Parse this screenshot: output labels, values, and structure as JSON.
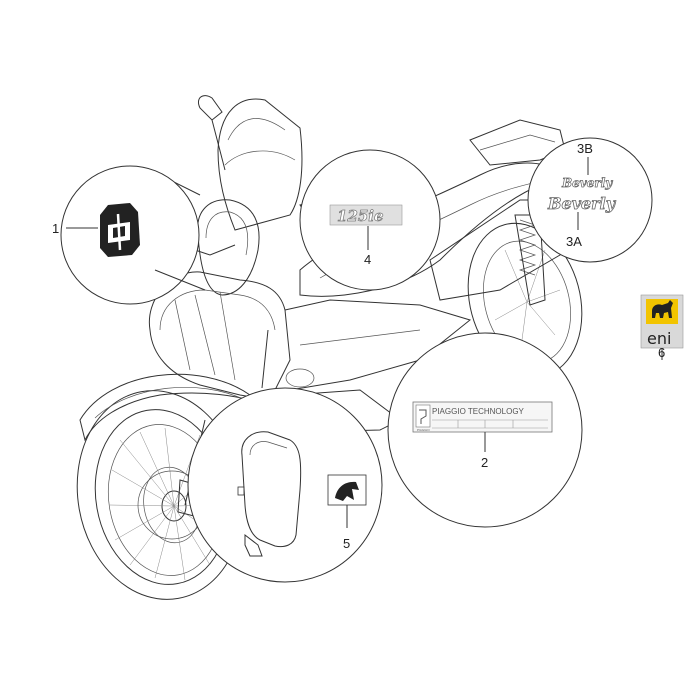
{
  "callouts": {
    "c1": "1",
    "c2": "2",
    "c3a": "3A",
    "c3b": "3B",
    "c4": "4",
    "c5": "5",
    "c6": "6"
  },
  "decals": {
    "model_badge": "125ie",
    "beverly_upper": "Beverly",
    "beverly_lower": "Beverly",
    "plate_title": "PIAGGIO TECHNOLOGY",
    "plate_logo_sub": "PIAGGIO",
    "eni_text": "eni"
  },
  "colors": {
    "line": "#333333",
    "logo_fill": "#222222",
    "eni_bg": "#d9d9d9",
    "eni_yellow": "#f2c400"
  },
  "icons": {
    "part1": "piaggio-emblem-icon",
    "part5": "piaggio-wing-logo-icon",
    "part6": "eni-six-legged-dog-icon"
  }
}
